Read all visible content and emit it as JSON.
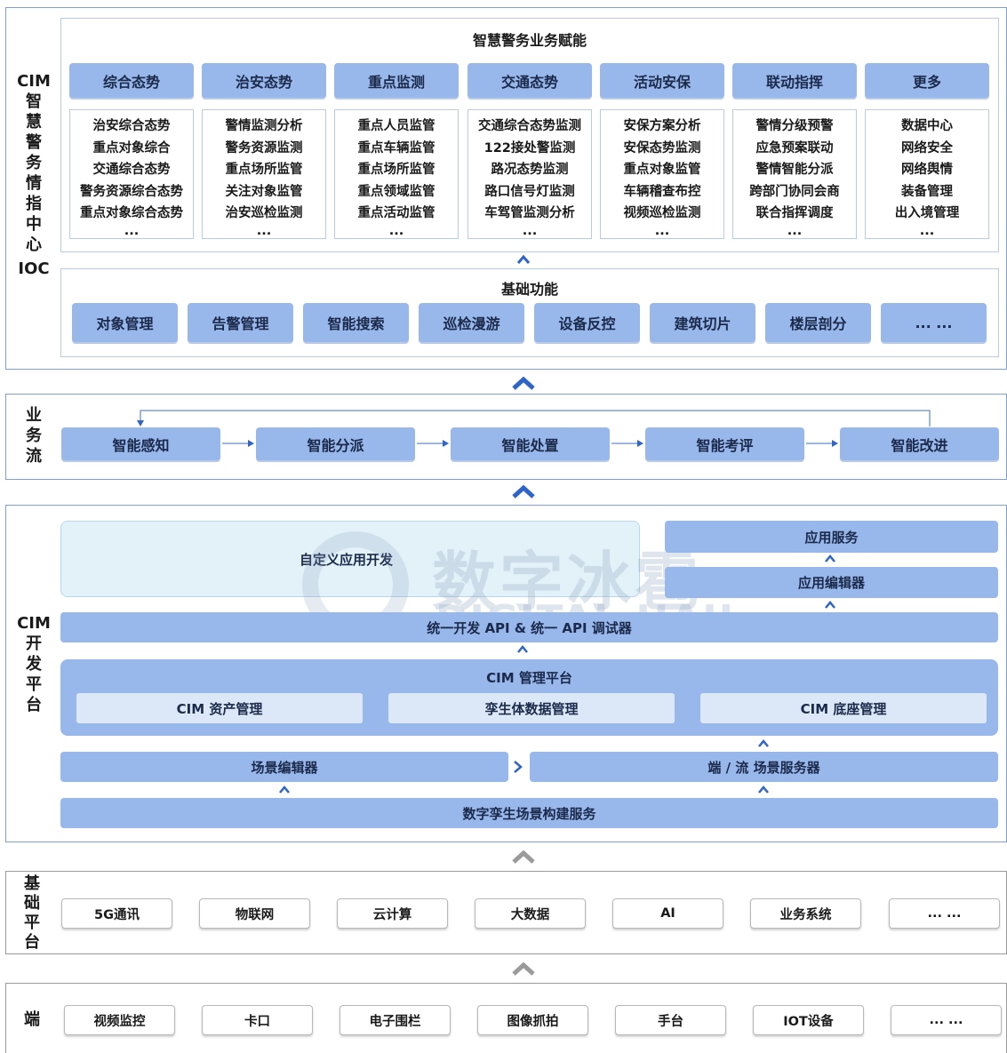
{
  "ioc": {
    "side_label": [
      "CIM",
      "智",
      "慧",
      "警",
      "务",
      "情",
      "指",
      "中",
      "心",
      "IOC"
    ],
    "title": "智慧警务业务赋能",
    "columns": [
      {
        "header": "综合态势",
        "items": [
          "治安综合态势",
          "重点对象综合",
          "交通综合态势",
          "警务资源综合态势",
          "重点对象综合态势",
          "..."
        ]
      },
      {
        "header": "治安态势",
        "items": [
          "警情监测分析",
          "警务资源监测",
          "重点场所监管",
          "关注对象监管",
          "治安巡检监测",
          "..."
        ]
      },
      {
        "header": "重点监测",
        "items": [
          "重点人员监管",
          "重点车辆监管",
          "重点场所监管",
          "重点领域监管",
          "重点活动监管",
          "..."
        ]
      },
      {
        "header": "交通态势",
        "items": [
          "交通综合态势监测",
          "122接处警监测",
          "路况态势监测",
          "路口信号灯监测",
          "车驾管监测分析",
          "..."
        ]
      },
      {
        "header": "活动安保",
        "items": [
          "安保方案分析",
          "安保态势监测",
          "重点对象监管",
          "车辆稽查布控",
          "视频巡检监测",
          "..."
        ]
      },
      {
        "header": "联动指挥",
        "items": [
          "警情分级预警",
          "应急预案联动",
          "警情智能分派",
          "跨部门协同会商",
          "联合指挥调度",
          "..."
        ]
      },
      {
        "header": "更多",
        "items": [
          "数据中心",
          "网络安全",
          "网络舆情",
          "装备管理",
          "出入境管理",
          "..."
        ]
      }
    ],
    "base_title": "基础功能",
    "base_items": [
      "对象管理",
      "告警管理",
      "智能搜索",
      "巡检漫游",
      "设备反控",
      "建筑切片",
      "楼层剖分",
      "... ..."
    ]
  },
  "flow": {
    "side_label": [
      "业",
      "务",
      "流"
    ],
    "steps": [
      "智能感知",
      "智能分派",
      "智能处置",
      "智能考评",
      "智能改进"
    ]
  },
  "dev": {
    "side_label": [
      "CIM",
      "开",
      "发",
      "平",
      "台"
    ],
    "custom": "自定义应用开发",
    "app_service": "应用服务",
    "app_editor": "应用编辑器",
    "api": "统一开发 API & 统一 API 调试器",
    "mgmt_title": "CIM 管理平台",
    "mgmt_items": [
      "CIM 资产管理",
      "孪生体数据管理",
      "CIM 底座管理"
    ],
    "scene_editor": "场景编辑器",
    "scene_server": "端 / 流 场景服务器",
    "build_service": "数字孪生场景构建服务",
    "watermark_cn": "数字冰雹",
    "watermark_en": "DIGITAL HAIL"
  },
  "base": {
    "side_label": [
      "基",
      "础",
      "平",
      "台"
    ],
    "items": [
      "5G通讯",
      "物联网",
      "云计算",
      "大数据",
      "AI",
      "业务系统",
      "... ..."
    ]
  },
  "edge": {
    "side_label": [
      "端"
    ],
    "items": [
      "视频监控",
      "卡口",
      "电子围栏",
      "图像抓拍",
      "手台",
      "IOT设备",
      "... ..."
    ]
  },
  "colors": {
    "frame_blue": "#7f9fd6",
    "box_blue": "#98b7ea",
    "light_blue": "#dce8f8",
    "arrow": "#2f64c8",
    "gray_arrow": "#9a9a9a"
  }
}
